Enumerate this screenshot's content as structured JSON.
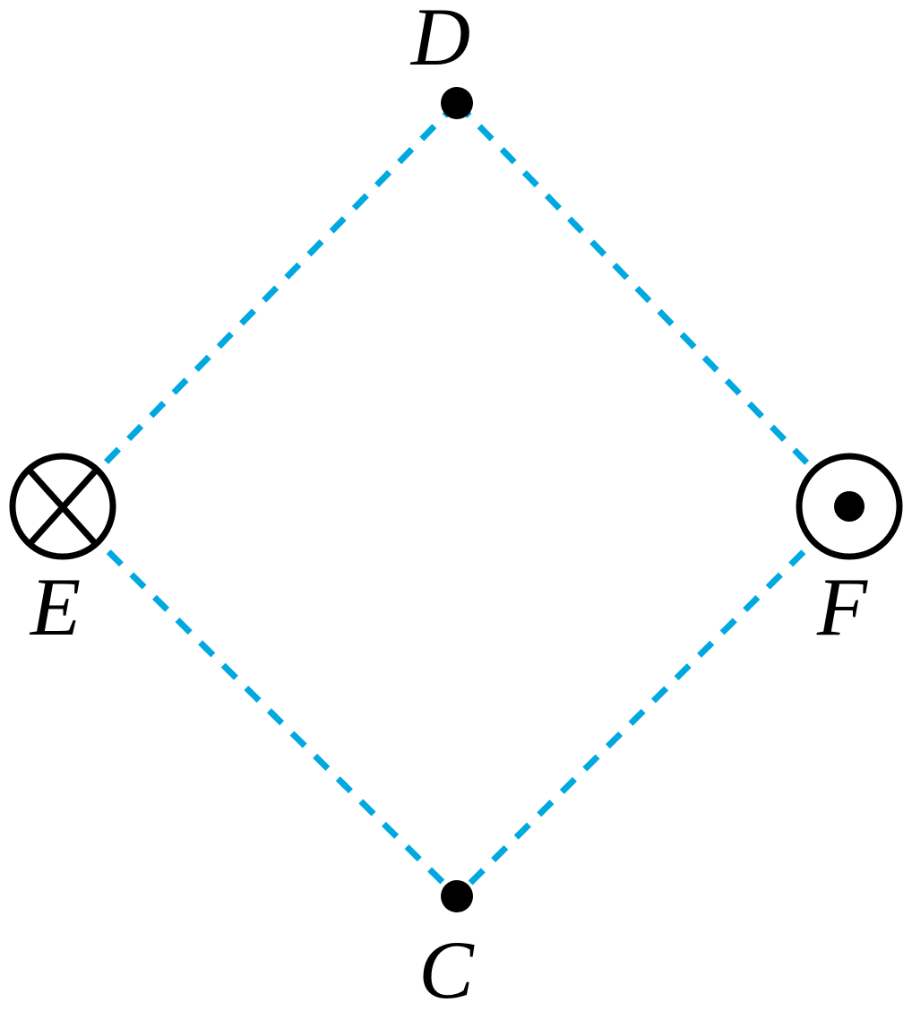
{
  "colors": {
    "edge": "#00a8e0",
    "ink": "#000000",
    "background": "#ffffff"
  },
  "points": {
    "D": {
      "label": "D",
      "symbol": "filled-dot"
    },
    "E": {
      "label": "E",
      "symbol": "circled-cross"
    },
    "F": {
      "label": "F",
      "symbol": "circled-dot"
    },
    "C": {
      "label": "C",
      "symbol": "filled-dot"
    }
  },
  "edges": [
    {
      "from": "D",
      "to": "E",
      "style": "dashed"
    },
    {
      "from": "D",
      "to": "F",
      "style": "dashed"
    },
    {
      "from": "E",
      "to": "C",
      "style": "dashed"
    },
    {
      "from": "F",
      "to": "C",
      "style": "dashed"
    }
  ]
}
